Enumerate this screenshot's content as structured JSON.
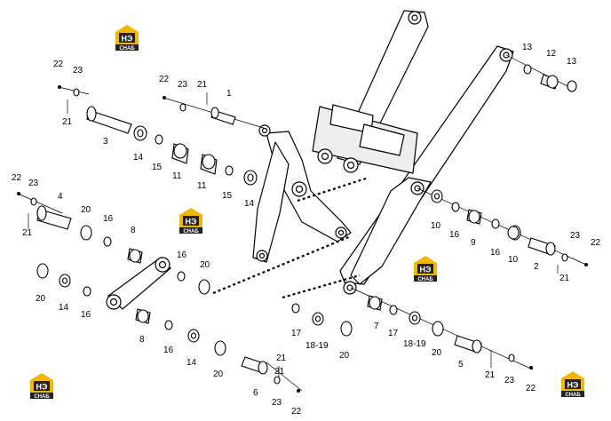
{
  "logo": {
    "mark": "НЭ",
    "caption": "СНАБ",
    "colors": {
      "yellow": "#f2b705",
      "dark": "#222222"
    }
  },
  "parts": {
    "p1": "1",
    "p2": "2",
    "p3": "3",
    "p4": "4",
    "p5": "5",
    "p6": "6",
    "p7": "7",
    "p8": "8",
    "p9": "9",
    "p10": "10",
    "p11": "11",
    "p12": "12",
    "p13": "13",
    "p14": "14",
    "p15": "15",
    "p16": "16",
    "p17": "17",
    "p18_19": "18-19",
    "p20": "20",
    "p21": "21",
    "p22": "22",
    "p23": "23"
  },
  "colors": {
    "line": "#000000",
    "fill": "#ffffff",
    "shade": "#dddddd"
  }
}
